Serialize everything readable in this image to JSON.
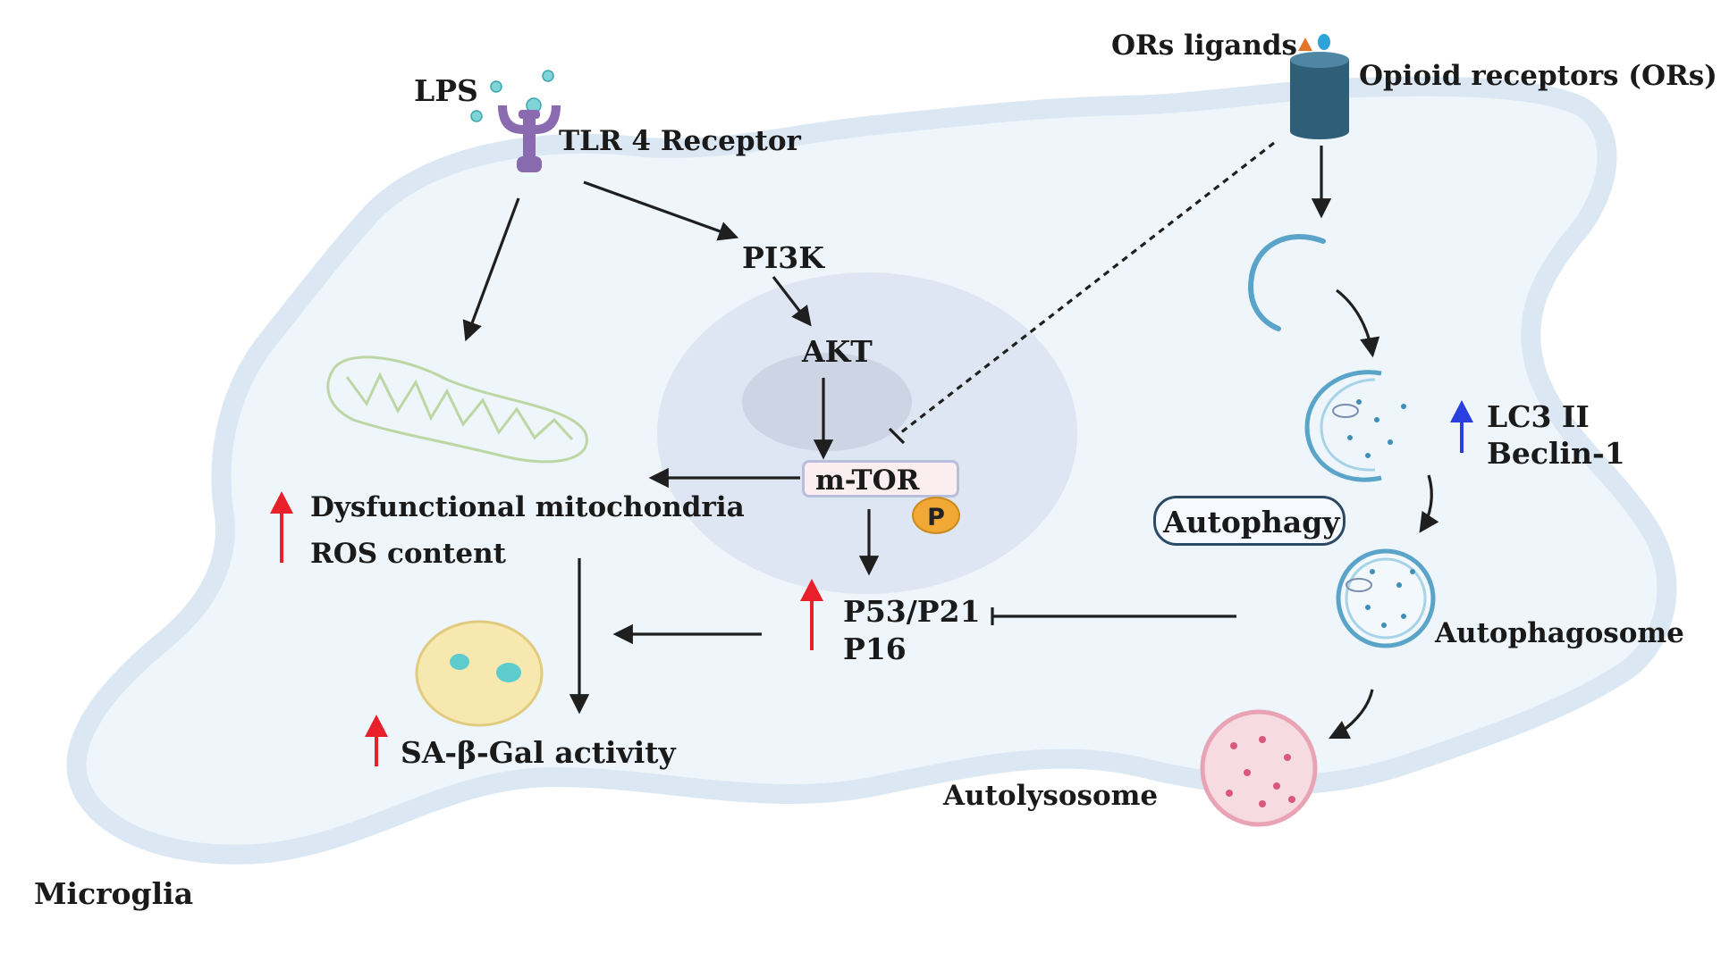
{
  "labels": {
    "lps": "LPS",
    "tlr4": "TLR 4 Receptor",
    "ors_ligands": "ORs ligands",
    "opioid_receptors": "Opioid receptors (ORs)",
    "pi3k": "PI3K",
    "akt": "AKT",
    "mtor": "m-TOR",
    "phospho": "P",
    "dysfunctional_mito": "Dysfunctional mitochondria",
    "ros": "ROS content",
    "p53p21": "P53/P21",
    "p16": "P16",
    "sa_beta_gal": "SA-β-Gal activity",
    "lc3": "LC3 II",
    "beclin": "Beclin-1",
    "autophagy": "Autophagy",
    "autophagosome": "Autophagosome",
    "autolysosome": "Autolysosome",
    "microglia": "Microglia"
  },
  "colors": {
    "cell_fill": "#eef5fb",
    "cell_outline": "#dbe8f4",
    "nucleus": "#dfe6f3",
    "nucleolus": "#cdd5e4",
    "arrow": "#1f1f1f",
    "up_red": "#e8202a",
    "up_blue": "#2a3fe0",
    "receptor_purple": "#8a6bb0",
    "opioid_receptor": "#2f5f78",
    "mitochondria": "#bcd7a3",
    "senescent_vesicle": "#f7e8b0",
    "autophagosome": "#5ba4c9",
    "autolysosome": "#e8a3b5",
    "p_badge": "#f2a834"
  },
  "icons": [
    "lps-particle-icon",
    "tlr4-receptor-icon",
    "opioid-receptor-icon",
    "ligand-icon",
    "mitochondria-icon",
    "phagophore-icon",
    "autophagosome-icon",
    "autolysosome-icon",
    "sa-beta-gal-vesicle-icon",
    "up-arrow-icon"
  ]
}
